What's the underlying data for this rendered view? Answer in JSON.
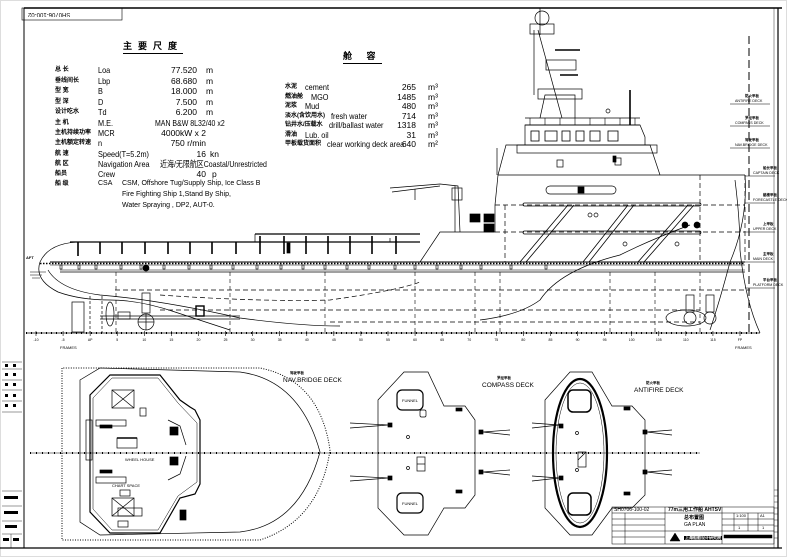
{
  "drawing": {
    "number": "SH0706-100-02",
    "corner_stamp": "SH0706-100-02",
    "project": "77m三用工作船 AHTSV",
    "title_cn": "总布置图",
    "title_en": "GA PLAN",
    "scale": "1:100",
    "company": "上海船舶设计研究院",
    "sheet": "1",
    "sheets": "1",
    "size": "A1"
  },
  "main_dimensions": {
    "title": "主要尺度",
    "rows": [
      {
        "cn": "总 长",
        "en": "Loa",
        "value": "77.520",
        "unit": "m"
      },
      {
        "cn": "垂线间长",
        "en": "Lbp",
        "value": "68.680",
        "unit": "m"
      },
      {
        "cn": "型 宽",
        "en": "B",
        "value": "18.000",
        "unit": "m"
      },
      {
        "cn": "型 深",
        "en": "D",
        "value": "7.500",
        "unit": "m"
      },
      {
        "cn": "设计吃水",
        "en": "Td",
        "value": "6.200",
        "unit": "m"
      },
      {
        "cn": "主 机",
        "en": "M.E.",
        "value": "MAN B&W 8L32/40 x2",
        "unit": ""
      },
      {
        "cn": "主机持续功率",
        "en": "MCR",
        "value": "4000kW x 2",
        "unit": ""
      },
      {
        "cn": "主机额定转速",
        "en": "n",
        "value": "750 r/min",
        "unit": ""
      },
      {
        "cn": "航 速",
        "en": "Speed(T=5.2m)",
        "value": "16",
        "unit": "kn"
      },
      {
        "cn": "航 区",
        "en": "Navigation Area",
        "value": "近海/无限航区Coastal/Unrestricted",
        "unit": ""
      },
      {
        "cn": "船员",
        "en": "Crew",
        "value": "40",
        "unit": "p"
      }
    ],
    "class_label_cn": "船 级",
    "class_society": "CSA",
    "class_notation": [
      "CSM, Offshore Tug/Supply Ship, Ice Class B",
      "Fire Fighting Ship 1,Stand By Ship,",
      "Water Spraying , DP2, AUT-0."
    ]
  },
  "capacities": {
    "title": "舱 容",
    "rows": [
      {
        "cn": "水泥",
        "en": "cement",
        "value": "265",
        "unit": "m³"
      },
      {
        "cn": "燃油舱",
        "en": "MGO",
        "value": "1485",
        "unit": "m³"
      },
      {
        "cn": "泥浆",
        "en": "Mud",
        "value": "480",
        "unit": "m³"
      },
      {
        "cn": "淡水(含饮用水)",
        "en": "fresh water",
        "value": "714",
        "unit": "m³"
      },
      {
        "cn": "钻井水/压载水",
        "en": "drill/ballast water",
        "value": "1318",
        "unit": "m³"
      },
      {
        "cn": "滑油",
        "en": "Lub. oil",
        "value": "31",
        "unit": "m³"
      },
      {
        "cn": "甲板载货面积",
        "en": "clear working deck area",
        "value": "640",
        "unit": "m²"
      }
    ]
  },
  "elevation_decks": [
    {
      "cn": "防火甲板",
      "en": "ANTIFIRE DECK"
    },
    {
      "cn": "罗经甲板",
      "en": "COMPASS DECK"
    },
    {
      "cn": "驾驶甲板",
      "en": "NAV.BRIDGE DECK"
    },
    {
      "cn": "船长甲板",
      "en": "CAPTAIN DECK"
    },
    {
      "cn": "艏楼甲板",
      "en": "FORECASTLE DECK"
    },
    {
      "cn": "上甲板",
      "en": "UPPER DECK"
    },
    {
      "cn": "主甲板",
      "en": "MAIN DECK"
    },
    {
      "cn": "平台甲板",
      "en": "PLATFORM DECK"
    }
  ],
  "plan_views": [
    {
      "cn": "驾驶甲板",
      "en": "NAV.BRIDGE DECK"
    },
    {
      "cn": "罗经甲板",
      "en": "COMPASS DECK"
    },
    {
      "cn": "防火甲板",
      "en": "ANTIFIRE DECK"
    }
  ],
  "room_labels": {
    "wheel_house": "WHEEL HOUSE",
    "chart_space": "CHART SPACE",
    "funnel": "FUNNEL"
  },
  "frame_ticks": [
    "-10",
    "-5",
    "AP",
    "5",
    "10",
    "15",
    "20",
    "25",
    "30",
    "35",
    "40",
    "45",
    "50",
    "55",
    "60",
    "65",
    "70",
    "75",
    "80",
    "85",
    "90",
    "95",
    "100",
    "105",
    "110",
    "115",
    "FP"
  ],
  "side_labels": {
    "aft_deck": "AFT",
    "frames_label": "FRAMES"
  }
}
